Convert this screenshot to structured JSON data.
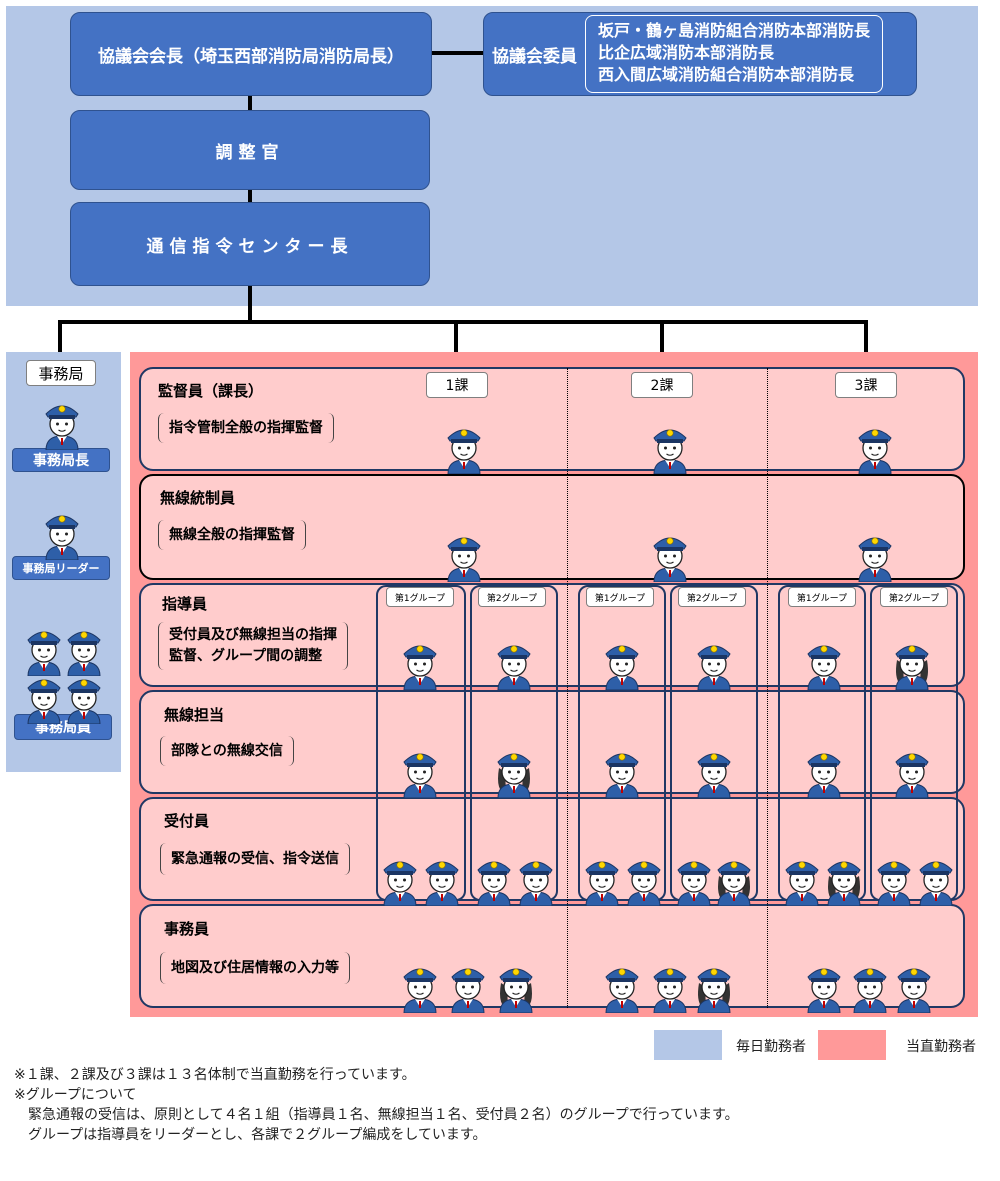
{
  "council": {
    "chair": "協議会会長（埼玉西部消防局消防局長）",
    "members_title": "協議会委員",
    "members": [
      "坂戸・鶴ヶ島消防組合消防本部消防長",
      "比企広域消防本部消防長",
      "西入間広域消防組合消防本部消防長"
    ]
  },
  "adjuster": "調整官",
  "center_chief": "通信指令センター長",
  "office": {
    "label": "事務局",
    "roles": [
      "事務局長",
      "事務局リーダー",
      "事務局員"
    ]
  },
  "divisions": [
    "1課",
    "2課",
    "3課"
  ],
  "groups": [
    "第1グループ",
    "第2グループ"
  ],
  "rows": [
    {
      "title": "監督員（課長）",
      "duty": [
        "指令管制全般の指揮監督"
      ]
    },
    {
      "title": "無線統制員",
      "duty": [
        "無線全般の指揮監督"
      ]
    },
    {
      "title": "指導員",
      "duty": [
        "受付員及び無線担当の指揮",
        "監督、グループ間の調整"
      ]
    },
    {
      "title": "無線担当",
      "duty": [
        "部隊との無線交信"
      ]
    },
    {
      "title": "受付員",
      "duty": [
        "緊急通報の受信、指令送信"
      ]
    },
    {
      "title": "事務員",
      "duty": [
        "地図及び住居情報の入力等"
      ]
    }
  ],
  "legend": {
    "daily": "毎日勤務者",
    "shift": "当直勤務者"
  },
  "colors": {
    "daily": "#b4c7e7",
    "shift": "#ff9999",
    "box_blue": "#4472c4",
    "row_pink": "#ffcccc",
    "outline": "#203864"
  },
  "notes": [
    "※１課、２課及び３課は１３名体制で当直勤務を行っています。",
    "※グループについて",
    "　緊急通報の受信は、原則として４名１組（指導員１名、無線担当１名、受付員２名）のグループで行っています。",
    "　グループは指導員をリーダーとし、各課で２グループ編成をしています。"
  ]
}
